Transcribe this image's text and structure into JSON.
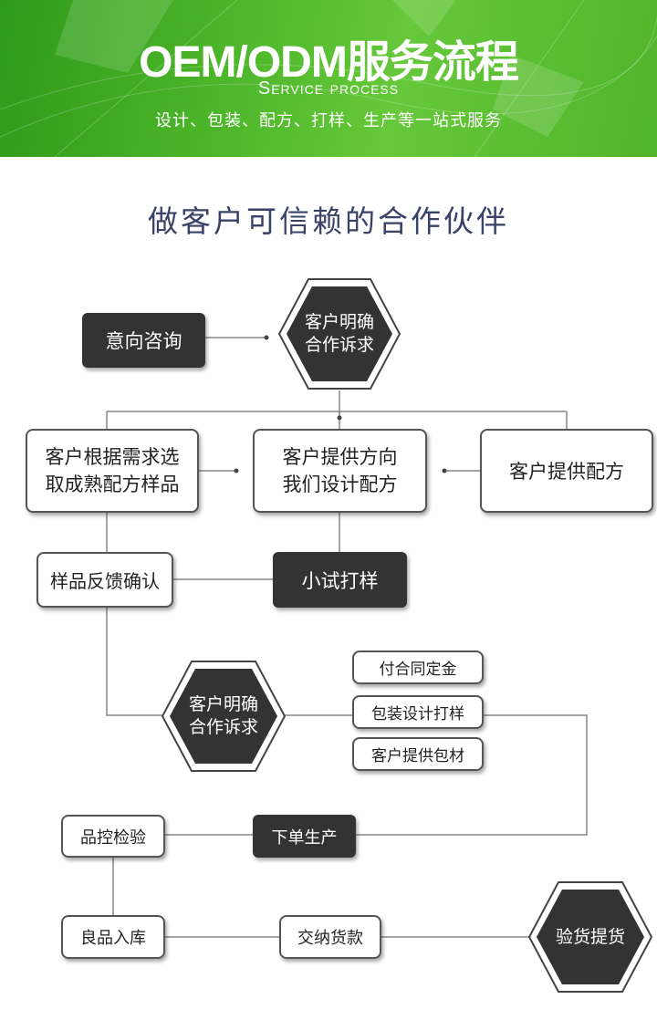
{
  "banner": {
    "title": "OEM/ODM服务流程",
    "subtitle": "Service process",
    "tagline": "设计、包装、配方、打样、生产等一站式服务"
  },
  "heading": "做客户可信赖的合作伙伴",
  "colors": {
    "banner_green": "#4db62a",
    "heading_text": "#3a4268",
    "dark_node": "#333333",
    "white_node_border": "#555555",
    "connector": "#888888"
  },
  "flow": {
    "intent_inquiry": "意向咨询",
    "clarify_top": "客户明确\n合作诉求",
    "choose_mature": "客户根据需求选\n取成熟配方样品",
    "customer_direction": "客户提供方向\n我们设计配方",
    "customer_formula": "客户提供配方",
    "sample_feedback": "样品反馈确认",
    "small_trial": "小试打样",
    "clarify_mid": "客户明确\n合作诉求",
    "pay_deposit": "付合同定金",
    "packaging_design": "包装设计打样",
    "customer_packaging": "客户提供包材",
    "quality_check": "品控检验",
    "place_order": "下单生产",
    "good_storage": "良品入库",
    "pay_balance": "交纳货款",
    "inspect_pickup": "验货提货"
  }
}
